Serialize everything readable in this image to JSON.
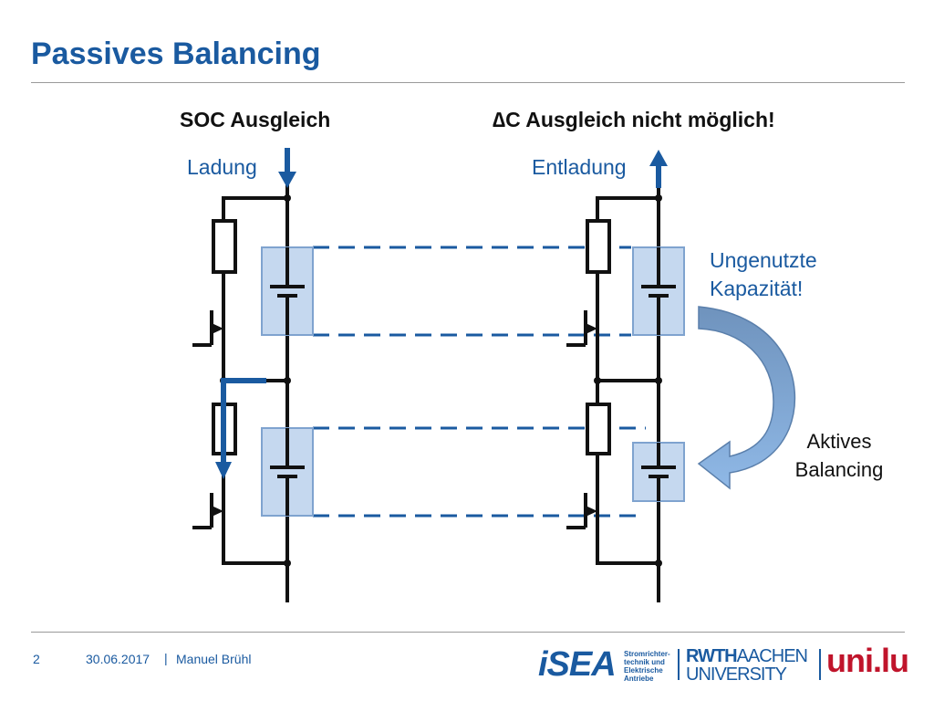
{
  "title": "Passives Balancing",
  "left": {
    "heading": "SOC Ausgleich",
    "label": "Ladung"
  },
  "right": {
    "heading": "∆C Ausgleich nicht möglich!",
    "label": "Entladung"
  },
  "annotations": {
    "unused_line1": "Ungenutzte",
    "unused_line2": "Kapazität!",
    "active_line1": "Aktives",
    "active_line2": "Balancing"
  },
  "footer": {
    "page_number": "2",
    "date": "30.06.2017",
    "separator": "|",
    "author": "Manuel Brühl"
  },
  "logos": {
    "isea": "iSEA",
    "isea_sub": [
      "Stromrichter-",
      "technik und",
      "Elektrische",
      "Antriebe"
    ],
    "rwth_bold": "RWTH",
    "rwth_thin": "AACHEN",
    "rwth_uni": "UNIVERSITY",
    "unilu": "uni.lu"
  },
  "colors": {
    "accent": "#1a5aa0",
    "cell_fill": "#c5d8ef",
    "arrow_fill": "#8fb3dc",
    "line": "#111111",
    "unilu_red": "#c0142b"
  }
}
